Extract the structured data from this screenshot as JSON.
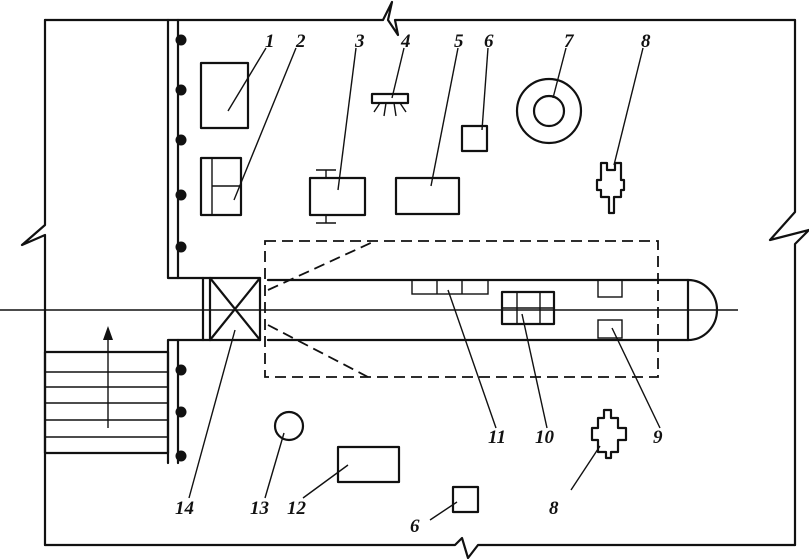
{
  "labels": {
    "l1": "1",
    "l2": "2",
    "l3": "3",
    "l4": "4",
    "l5": "5",
    "l6_top": "6",
    "l7": "7",
    "l8_top": "8",
    "l9": "9",
    "l10": "10",
    "l11": "11",
    "l12": "12",
    "l13": "13",
    "l14": "14",
    "l8_bottom": "8",
    "l6_bottom": "6"
  }
}
